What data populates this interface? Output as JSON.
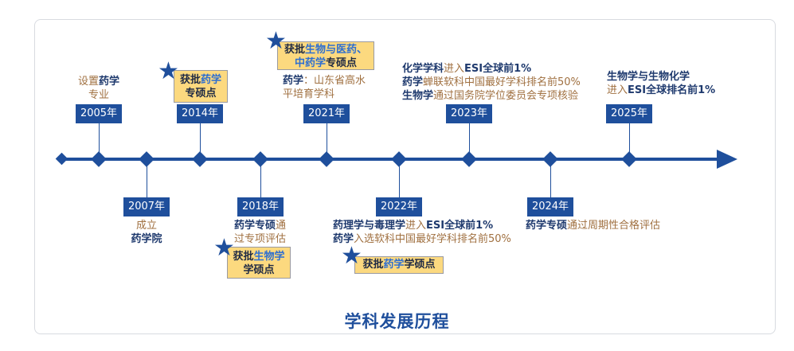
{
  "title": "学科发展历程",
  "events": {
    "e2005": {
      "year": "2005年",
      "l1a": "设置",
      "l1b": "药学",
      "l2": "专业"
    },
    "e2007": {
      "year": "2007年",
      "l1": "成立",
      "l2": "药学院"
    },
    "e2014": {
      "year": "2014年",
      "h1a": "获批",
      "h1b": "药学",
      "h2": "专硕点"
    },
    "e2018": {
      "year": "2018年",
      "t1a": "药学专硕",
      "t1b": "通",
      "t2": "过专项评估",
      "h1a": "获批",
      "h1b": "生物学",
      "h2": "学硕点"
    },
    "e2021": {
      "year": "2021年",
      "h1a": "获批",
      "h1b": "生物与医药、",
      "h2a": "中药学",
      "h2b": "专硕点",
      "t1a": "药学",
      "t1b": "：山东省高水",
      "t2": "平培育学科"
    },
    "e2022": {
      "year": "2022年",
      "t1a": "药理学与毒理学",
      "t1b": "进入",
      "t1c": "ESI全球前1%",
      "t2a": "药学",
      "t2b": "入选软科中国最好学科排名前50%",
      "h1a": "获批",
      "h1b": "药学",
      "h1c": "学硕点"
    },
    "e2023": {
      "year": "2023年",
      "t1a": "化学学科",
      "t1b": "进入",
      "t1c": "ESI全球前1%",
      "t2a": "药学",
      "t2b": "蝉联软科中国最好学科排名前50%",
      "t3a": "生物学",
      "t3b": "通过国务院学位委员会专项核验"
    },
    "e2024": {
      "year": "2024年",
      "t1a": "药学专硕",
      "t1b": "通过周期性合格评估"
    },
    "e2025": {
      "year": "2025年",
      "t1a": "生物学与生物化学",
      "t2a": "进入",
      "t2b": "ESI全球排名前1%"
    }
  },
  "colors": {
    "primary": "#1f4f9c",
    "highlight": "#fcd97f",
    "text_brown": "#a07040",
    "text_blue": "#2f6fd0"
  },
  "icons": {
    "star": "star-icon"
  }
}
